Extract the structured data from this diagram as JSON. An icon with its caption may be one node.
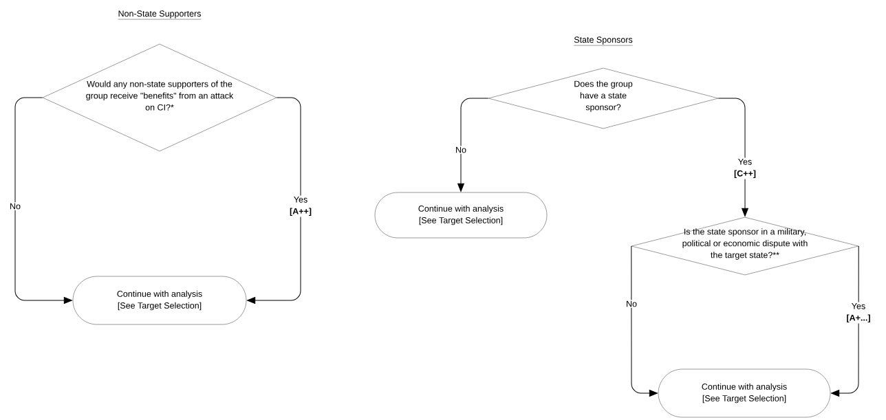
{
  "diagram": {
    "nodes": [
      {
        "text": [
          "Would any non-state supporters of the group receive \"benefits\" from an attack on CI?*"
        ]
      },
      {
        "text": [
          "Continue with analysis [See Target Selection]"
        ]
      },
      {
        "text": [
          "Does the group have a state sponsor?"
        ]
      },
      {
        "text": [
          "Continue with analysis [See Target Selection]"
        ]
      },
      {
        "text": [
          "Is the state sponsor in a military, political or economic dispute with the target state?**"
        ]
      },
      {
        "text": [
          "Continue with analysis [See Target Selection]"
        ]
      }
    ],
    "edges": [
      {
        "from": 0,
        "to": 1,
        "arrow": "to",
        "label": "No"
      },
      {
        "from": 0,
        "to": 1,
        "arrow": "to",
        "label": "Yes **[A++]**"
      },
      {
        "from": 2,
        "to": 3,
        "arrow": "to",
        "label": "No"
      },
      {
        "from": 2,
        "to": 4,
        "arrow": "to",
        "label": "Yes **[C++]**"
      },
      {
        "from": 4,
        "to": 5,
        "arrow": "to",
        "label": "No"
      },
      {
        "from": 4,
        "to": 5,
        "arrow": "to",
        "label": "Yes **[A+...]**"
      }
    ],
    "labels": [
      "Non-State Supporters",
      "State Sponsors"
    ]
  }
}
